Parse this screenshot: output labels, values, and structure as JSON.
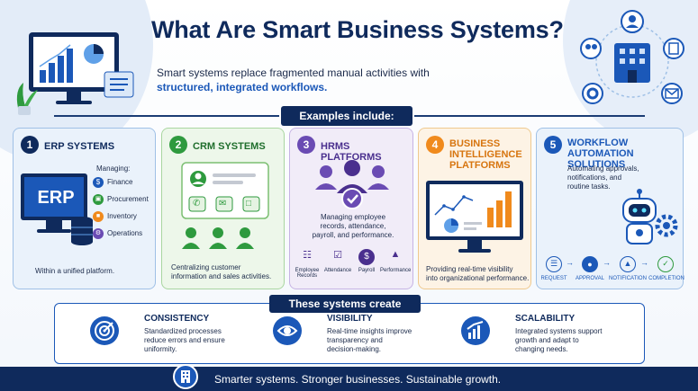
{
  "title": "What Are Smart Business Systems?",
  "subtitle": {
    "line1": "Smart systems replace fragmented manual activities with",
    "highlight": "structured, integrated workflows."
  },
  "examples_label": "Examples include:",
  "cards": [
    {
      "num": "1",
      "title": "ERP SYSTEMS",
      "screen_label": "ERP",
      "managing": "Managing:",
      "items": [
        "Finance",
        "Procurement",
        "Inventory",
        "Operations"
      ],
      "caption": "Within a unified platform."
    },
    {
      "num": "2",
      "title": "CRM SYSTEMS",
      "caption_l1": "Centralizing customer",
      "caption_l2": "information and sales activities."
    },
    {
      "num": "3",
      "title": "HRMS PLATFORMS",
      "desc_l1": "Managing employee",
      "desc_l2": "records, attendance,",
      "desc_l3": "payroll, and performance.",
      "icons": [
        "Employee Records",
        "Attendance",
        "Payroll",
        "Performance"
      ]
    },
    {
      "num": "4",
      "title_l1": "BUSINESS",
      "title_l2": "INTELLIGENCE",
      "title_l3": "PLATFORMS",
      "caption_l1": "Providing real-time visibility",
      "caption_l2": "into organizational performance."
    },
    {
      "num": "5",
      "title_l1": "WORKFLOW",
      "title_l2": "AUTOMATION SOLUTIONS",
      "desc_l1": "Automating approvals,",
      "desc_l2": "notifications, and",
      "desc_l3": "routine tasks.",
      "steps": [
        "REQUEST",
        "APPROVAL",
        "NOTIFICATION",
        "COMPLETION"
      ]
    }
  ],
  "create_label": "These systems create",
  "benefits": [
    {
      "title": "CONSISTENCY",
      "l1": "Standardized processes",
      "l2": "reduce errors and ensure",
      "l3": "uniformity."
    },
    {
      "title": "VISIBILITY",
      "l1": "Real-time insights improve",
      "l2": "transparency and",
      "l3": "decision-making."
    },
    {
      "title": "SCALABILITY",
      "l1": "Integrated systems support",
      "l2": "growth and adapt to",
      "l3": "changing needs."
    }
  ],
  "footer": "Smarter systems. Stronger businesses. Sustainable growth.",
  "colors": {
    "navy": "#0f2a5c",
    "blue": "#1b58b8",
    "green": "#2e9a3e",
    "purple": "#6a4bb3",
    "orange": "#f08a1c"
  }
}
